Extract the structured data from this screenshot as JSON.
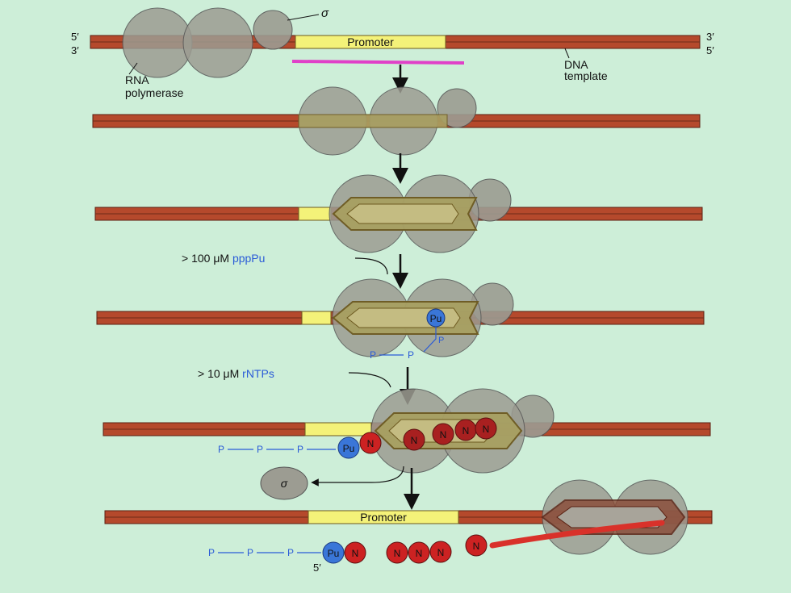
{
  "colors": {
    "background": "#cdeed8",
    "dna": "#b5492c",
    "dna_edge": "#5a2012",
    "promoter": "#f4f279",
    "polymerase": "#9c9c92",
    "sigma": "#9c9c92",
    "bubble": "#a8a062",
    "rna_strand": "#d9312a",
    "nucleotide": "#cc2222",
    "purine": "#3a76d8",
    "phosphate_text": "#2a5bd7",
    "primer_bar": "#e040c8"
  },
  "labels": {
    "five_prime_top": "5′",
    "three_prime_top": "3′",
    "three_prime_right": "3′",
    "five_prime_right": "5′",
    "sigma": "σ",
    "promoter": "Promoter",
    "dna_template_line1": "DNA",
    "dna_template_line2": "template",
    "rna_pol_line1": "RNA",
    "rna_pol_line2": "polymerase",
    "step3_prefix": "> 100 μM ",
    "step3_molecule": "pppPu",
    "step4_prefix": "> 10 μM ",
    "step4_molecule": "rNTPs",
    "pu": "Pu",
    "n": "N",
    "p": "P",
    "five_prime_bottom": "5′"
  }
}
